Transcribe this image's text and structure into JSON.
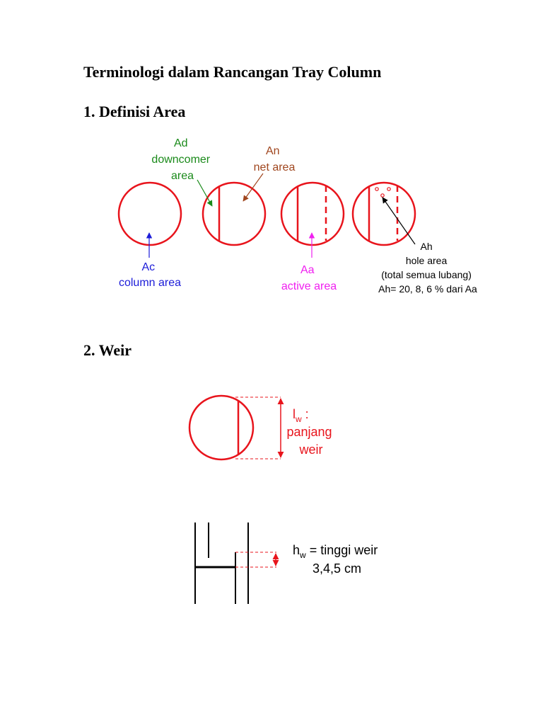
{
  "page_title": "Terminologi dalam Rancangan Tray Column",
  "section_area": {
    "heading": "1. Definisi Area",
    "labels": {
      "ad": [
        "Ad",
        "downcomer",
        "area"
      ],
      "an": [
        "An",
        "net area"
      ],
      "ac": [
        "Ac",
        "column area"
      ],
      "aa": [
        "Aa",
        "active area"
      ],
      "ah": [
        "Ah",
        "hole area",
        "(total semua lubang)",
        "Ah= 20, 8, 6 % dari Aa"
      ]
    }
  },
  "section_weir": {
    "heading": "2. Weir",
    "lw_symbol": "l",
    "lw_sub": "w",
    "lw_colon": " :",
    "lw_text": [
      "panjang",
      "weir"
    ],
    "hw_symbol": "h",
    "hw_sub": "w",
    "hw_rest": " = tinggi weir",
    "hw_values": "3,4,5 cm"
  },
  "colors": {
    "red": "#e8141c",
    "green": "#1a8a1a",
    "brown": "#a0461e",
    "blue": "#1c1cd8",
    "magenta": "#f020f0",
    "black": "#000000"
  }
}
